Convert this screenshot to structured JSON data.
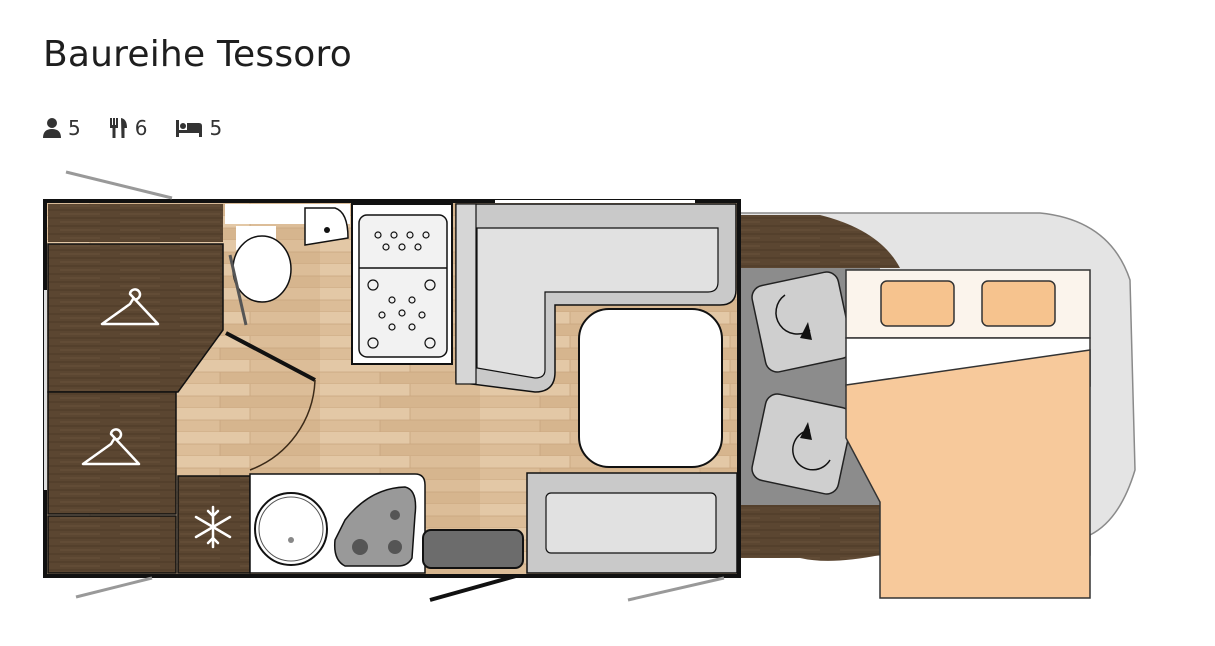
{
  "page": {
    "title": "Baureihe Tessoro"
  },
  "specs": [
    {
      "icon": "person-icon",
      "label": "seats",
      "value": "5"
    },
    {
      "icon": "fork-knife-icon",
      "label": "dining places",
      "value": "6"
    },
    {
      "icon": "bed-icon",
      "label": "sleeping places",
      "value": "5"
    }
  ],
  "floorplan": {
    "description": "Motorhome floor plan, top view",
    "zones": [
      "wardrobe-top",
      "wardrobe-bottom",
      "bathroom-toilet",
      "shower",
      "dinette-l-bench",
      "dinette-table",
      "bench-seat",
      "kitchen-sink",
      "kitchen-stove",
      "fridge",
      "cab-seats",
      "alcove-bed"
    ],
    "symbols": [
      "hanger-icon",
      "hanger-icon",
      "snowflake-icon",
      "rotate-arrow-icon",
      "rotate-arrow-icon"
    ],
    "colors": {
      "dark_wood": "#5a4530",
      "floor_wood": "#d9b893",
      "bed": "#f7c99b",
      "pillow": "#f5c08f",
      "upholstery": "#d3d3d3",
      "cab_floor": "#8a8a8a",
      "wall": "#111111"
    }
  }
}
